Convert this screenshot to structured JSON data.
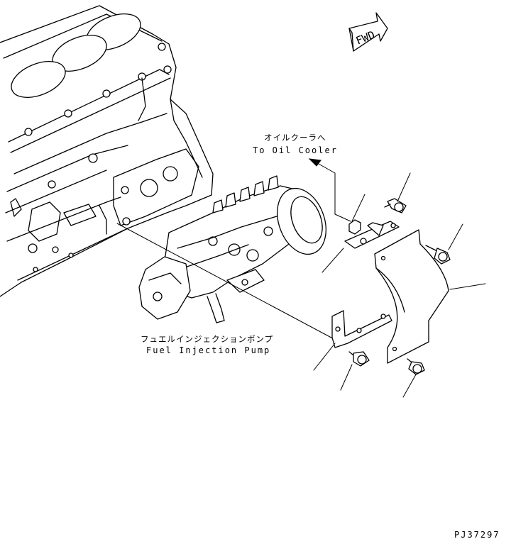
{
  "direction_sign": "FWD",
  "labels": {
    "oil_cooler_jp": "オイルクーラへ",
    "oil_cooler_en": "To Oil Cooler",
    "pump_jp": "フュエルインジェクションポンプ",
    "pump_en": "Fuel Injection Pump"
  },
  "drawing_number": "PJ37297"
}
